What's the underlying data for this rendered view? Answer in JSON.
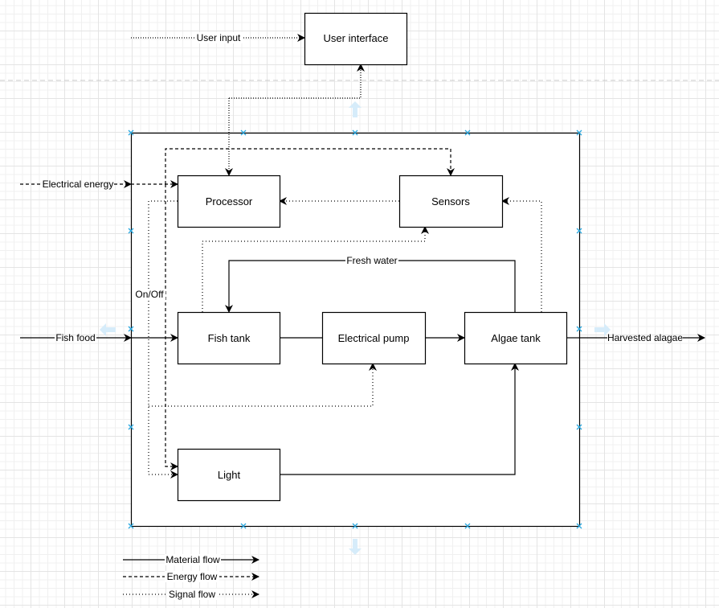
{
  "blocks": {
    "user_interface": "User interface",
    "processor": "Processor",
    "sensors": "Sensors",
    "fish_tank": "Fish tank",
    "electrical_pump": "Electrical pump",
    "algae_tank": "Algae tank",
    "light": "Light"
  },
  "edge_labels": {
    "user_input": "User input",
    "electrical_energy": "Electrical energy",
    "fish_food": "Fish food",
    "harvested": "Harvested alagae",
    "fresh_water": "Fresh water",
    "on_off": "On/Off"
  },
  "legend": {
    "material": "Material flow",
    "energy": "Energy flow",
    "signal": "Signal flow"
  },
  "colors": {
    "selection_handle": "#29a8e0",
    "hover_arrow": "#d6ecfa"
  }
}
